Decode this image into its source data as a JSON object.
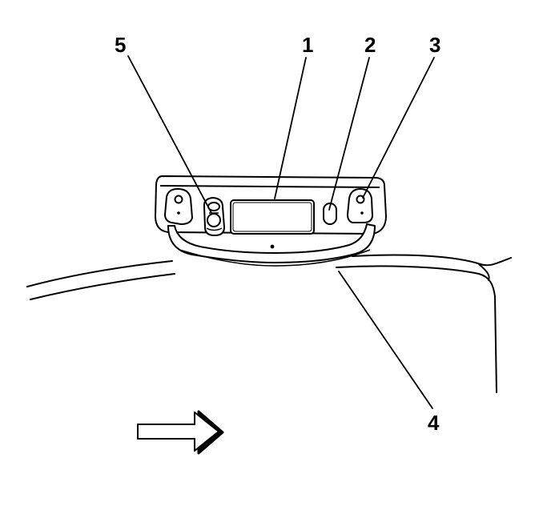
{
  "diagram": {
    "callouts": [
      {
        "id": "callout-1",
        "label": "1"
      },
      {
        "id": "callout-2",
        "label": "2"
      },
      {
        "id": "callout-3",
        "label": "3"
      },
      {
        "id": "callout-4",
        "label": "4"
      },
      {
        "id": "callout-5",
        "label": "5"
      }
    ],
    "direction_indicator": "forward-arrow-icon",
    "colors": {
      "line": "#000000",
      "background": "#ffffff"
    }
  }
}
